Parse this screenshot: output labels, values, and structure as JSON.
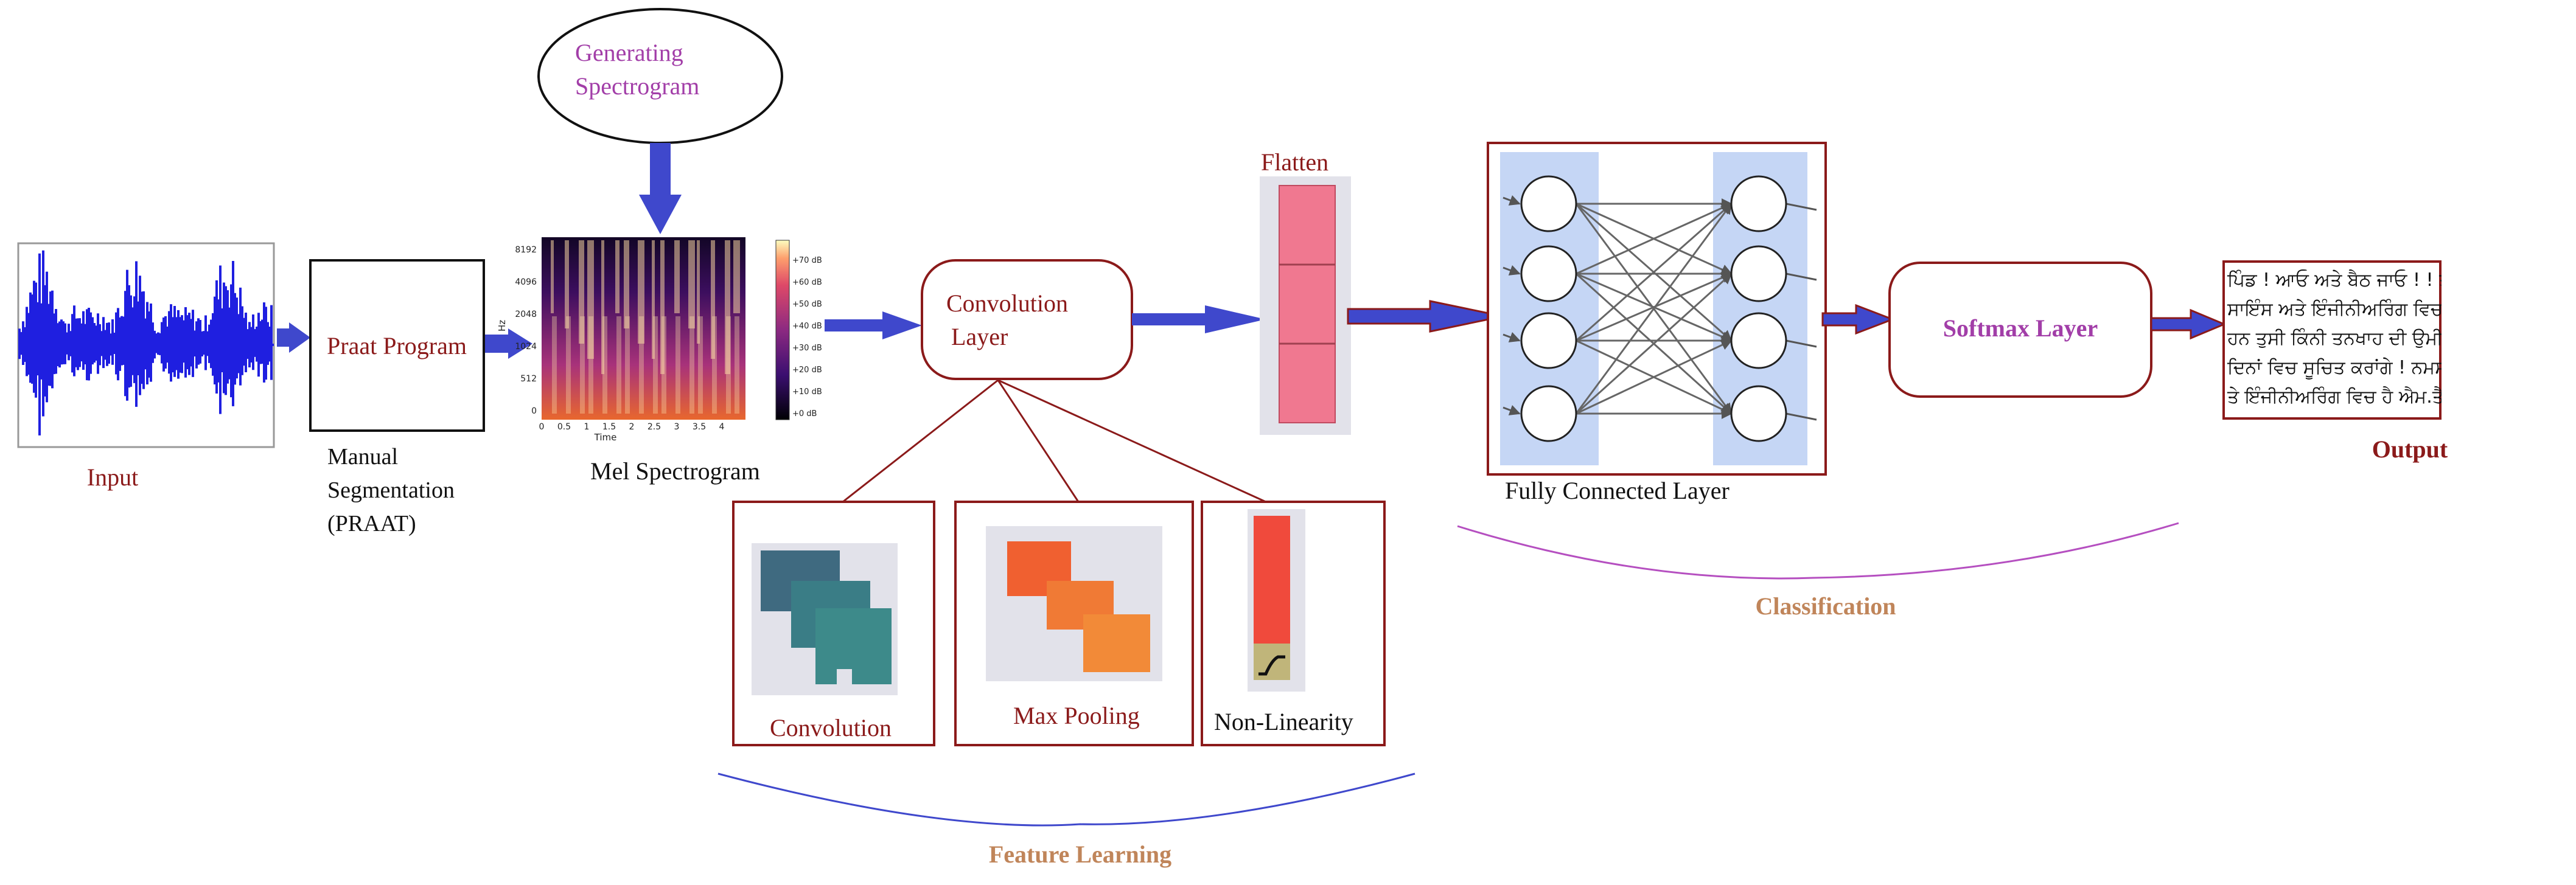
{
  "labels": {
    "input": "Input",
    "praat_program": "Praat Program",
    "manual_seg_line1": "Manual",
    "manual_seg_line2": "Segmentation",
    "manual_seg_line3": "(PRAAT)",
    "generating_line1": "Generating",
    "generating_line2": "Spectrogram",
    "mel_spectrogram": "Mel Spectrogram",
    "convolution_layer_line1": "Convolution",
    "convolution_layer_line2": "Layer",
    "flatten": "Flatten",
    "fully_connected": "Fully Connected Layer",
    "softmax": "Softmax Layer",
    "output": "Output",
    "convolution": "Convolution",
    "max_pooling": "Max Pooling",
    "non_linearity": "Non-Linearity",
    "feature_learning": "Feature Learning",
    "classification": "Classification"
  },
  "spectrogram": {
    "y_ticks": [
      "8192",
      "4096",
      "2048",
      "1024",
      "512",
      "0"
    ],
    "x_ticks": [
      "0",
      "0.5",
      "1",
      "1.5",
      "2",
      "2.5",
      "3",
      "3.5",
      "4"
    ],
    "x_label": "Time",
    "y_label": "Hz",
    "colorbar_ticks": [
      "+70 dB",
      "+60 dB",
      "+50 dB",
      "+40 dB",
      "+30 dB",
      "+20 dB",
      "+10 dB",
      "+0 dB"
    ]
  },
  "output_text": [
    "ਪਿੰਡ ! ਆਓ ਅਤੇ ਬੈਠ ਜਾਓ ! ! ਤੁਹਾਡਾ ਨਾ",
    "ਸਾਇੰਸ ਅਤੇ ਇੰਜੀਨੀਅਰਿੰਗ ਵਿਚ ਐਮ.",
    "ਹਨ ਤੁਸੀ ਕਿੰਨੀ ਤਨਖਾਹ ਦੀ ਉਮੀਦ ਰੱਖਦੇ",
    "ਦਿਨਾਂ ਵਿਚ ਸੂਚਿਤ ਕਰਾਂਗੇ ! ਨਮਸਤੇ ਸਰ !",
    "ਤੇ ਇੰਜੀਨੀਅਰਿੰਗ ਵਿਚ ਹੈ ਐਮ.ਤੈਕ !"
  ],
  "colors": {
    "arrow": "#3f48cc",
    "box_border": "#8b1a1a",
    "waveform": "#1f1fe0",
    "flatten_fill": "#f07890",
    "nn_highlight": "#c5d6f5",
    "conv_teal": "#3d8a8a",
    "pool_orange": "#f07a35",
    "relu_red": "#f04a3c"
  }
}
